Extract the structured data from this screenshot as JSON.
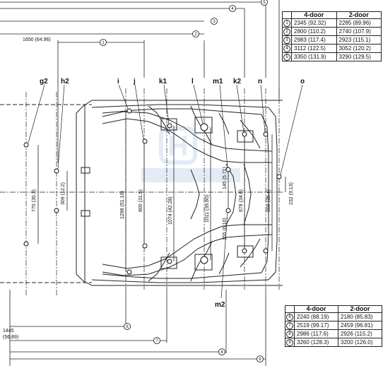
{
  "top_table": {
    "headers": [
      "",
      "4-door",
      "2-door"
    ],
    "rows": [
      {
        "n": "1",
        "a": "2345 (92.32)",
        "b": "2285 (89.96)"
      },
      {
        "n": "2",
        "a": "2800 (110.2)",
        "b": "2740 (107.9)"
      },
      {
        "n": "3",
        "a": "2983 (117.4)",
        "b": "2923 (115.1)"
      },
      {
        "n": "4",
        "a": "3112 (122.5)",
        "b": "3052 (120.2)"
      },
      {
        "n": "5",
        "a": "3350 (131.9)",
        "b": "3290 (129.5)"
      }
    ]
  },
  "bottom_table": {
    "headers": [
      "",
      "4-door",
      "2-door"
    ],
    "rows": [
      {
        "n": "6",
        "a": "2240 (88.19)",
        "b": "2180 (85.83)"
      },
      {
        "n": "7",
        "a": "2519 (99.17)",
        "b": "2459 (96.81)"
      },
      {
        "n": "8",
        "a": "2986 (117.6)",
        "b": "2926 (115.2)"
      },
      {
        "n": "9",
        "a": "3260 (128.3)",
        "b": "3200 (126.0)"
      }
    ]
  },
  "points": {
    "g2": "g2",
    "h2": "h2",
    "i": "i",
    "j": "j",
    "k1": "k1",
    "l": "l",
    "m1": "m1",
    "k2": "k2",
    "n": "n",
    "o": "o",
    "m2": "m2"
  },
  "dimensions": {
    "d1650": "1650 (64.96)",
    "d1445a": "1445",
    "d1445b": "(56.89)",
    "d770": "770 (30.3)",
    "d309": "309 (12.2)",
    "d1298": "1298 (51.10)",
    "d800": "800 (31.5)",
    "d1074": "1074 (42.28)",
    "d1011": "1011 (39.80)",
    "d145": "145 (5.71)",
    "d155": "155 (6.10)",
    "d878": "878 (34.6)",
    "d900": "900 (35.4)",
    "d232": "232 (9.13)"
  },
  "callouts": [
    "1",
    "2",
    "3",
    "4",
    "5",
    "6",
    "7",
    "8",
    "9"
  ]
}
